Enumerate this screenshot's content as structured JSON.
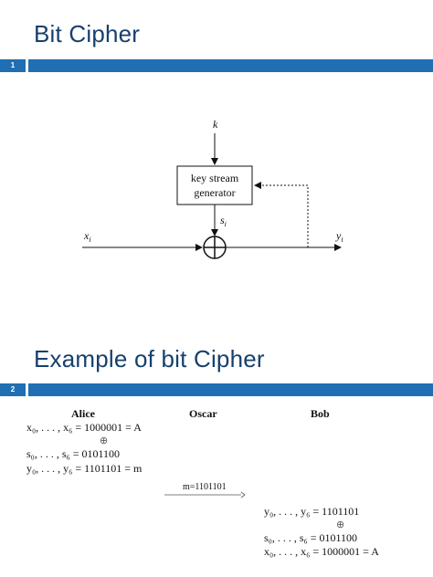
{
  "slide1": {
    "number": "1",
    "title": "Bit Cipher",
    "diagram": {
      "key_label": "k",
      "box_line1": "key stream",
      "box_line2": "generator",
      "stream_label": "s",
      "stream_sub": "i",
      "input_label": "x",
      "input_sub": "i",
      "output_label": "y",
      "output_sub": "i"
    }
  },
  "slide2": {
    "number": "2",
    "title": "Example of bit Cipher",
    "headers": {
      "alice": "Alice",
      "oscar": "Oscar",
      "bob": "Bob"
    },
    "alice_lines": [
      "x₀, . . . , x₆ = 1000001 = A",
      "⊕",
      "s₀, . . . , s₆ = 0101100",
      "y₀, . . . , y₆ = 1101101 = m"
    ],
    "transmission": "m=1101101",
    "bob_lines": [
      "y₀, . . . , y₆ = 1101101",
      "⊕",
      "s₀, . . . , s₆ = 0101100",
      "x₀, . . . , x₆ = 1000001 = A"
    ]
  }
}
